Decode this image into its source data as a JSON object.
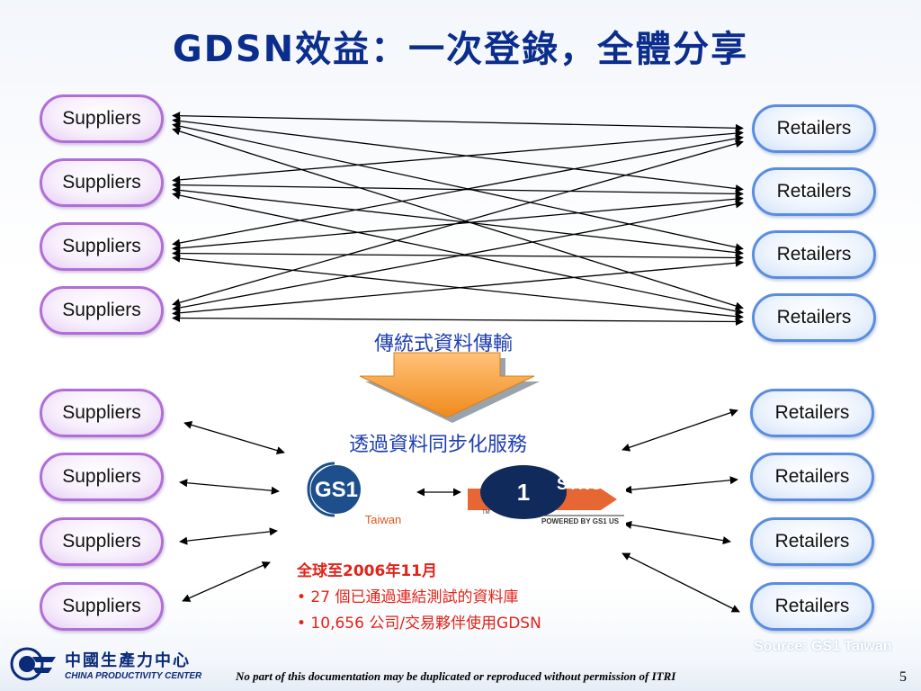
{
  "title": "GDSN效益：一次登錄，全體分享",
  "supplier_label": "Suppliers",
  "retailer_label": "Retailers",
  "traditional_caption": "傳統式資料傳輸",
  "sync_caption": "透過資料同步化服務",
  "gs1": {
    "mark": "GS1",
    "sub": "Taiwan"
  },
  "sync": {
    "one": "1",
    "word": "SYNC",
    "tm": "TM",
    "powered": "POWERED BY GS1 US"
  },
  "stats": {
    "heading": "全球至2006年11月",
    "items": [
      "• 27 個已通過連結測試的資料庫",
      "• 10,656 公司/交易夥伴使用GDSN"
    ]
  },
  "source": "Source: GS1 Taiwan",
  "footer": {
    "note": "No part of this documentation may be duplicated or reproduced without permission of ITRI",
    "page": "5",
    "cpc_cn": "中國生產力中心",
    "cpc_en": "CHINA PRODUCTIVITY CENTER"
  },
  "colors": {
    "title": "#0b2d8c",
    "supplier_border": "#b06fd8",
    "retailer_border": "#5a8de0",
    "caption": "#1f3fb0",
    "stats": "#e2231a",
    "arrow_fill": "#f5a030",
    "gs1_blue": "#1c4f8c",
    "sync_orange": "#e3571d"
  }
}
